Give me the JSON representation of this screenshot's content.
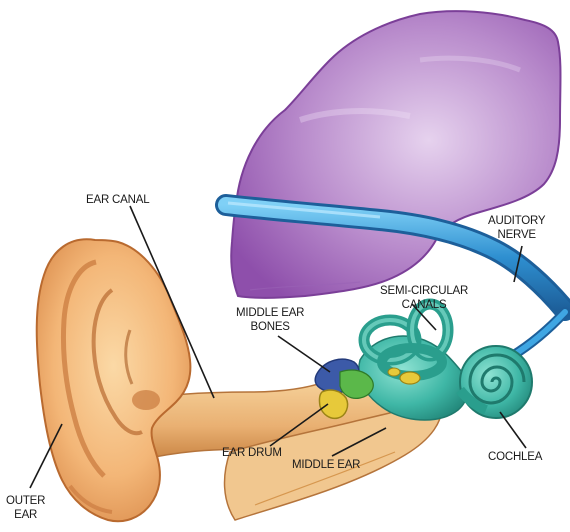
{
  "labels": {
    "ear_canal": [
      "EAR CANAL"
    ],
    "auditory_nerve": [
      "AUDITORY",
      "NERVE"
    ],
    "semicircular_canals": [
      "SEMI-CIRCULAR",
      "CANALS"
    ],
    "middle_ear_bones": [
      "MIDDLE EAR",
      "BONES"
    ],
    "ear_drum": [
      "EAR DRUM"
    ],
    "middle_ear": [
      "MIDDLE EAR"
    ],
    "cochlea": [
      "COCHLEA"
    ],
    "outer_ear": [
      "OUTER",
      "EAR"
    ]
  },
  "colors": {
    "brain": "#a16bbd",
    "brain_light": "#d7b7e3",
    "nerve": "#2e8fd0",
    "skin": "#f0b47a",
    "skin_dark": "#c9783f",
    "inner_ear": "#3fb7a6",
    "ossicles": "#d8c02a",
    "bones_blue": "#3c5aa8",
    "leader": "#1a1a1a"
  }
}
